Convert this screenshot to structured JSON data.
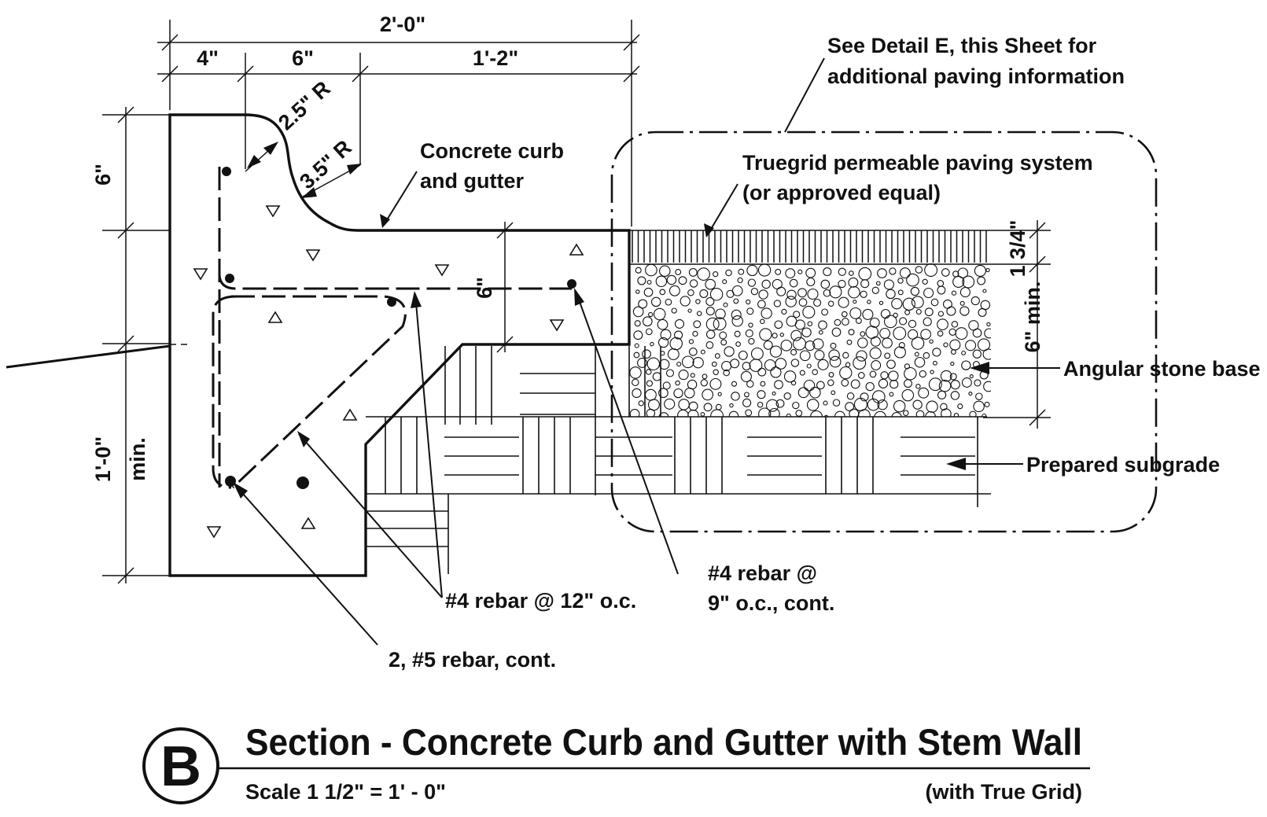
{
  "dimensions": {
    "overall_width": "2'-0\"",
    "seg_1": "4\"",
    "seg_2": "6\"",
    "seg_3": "1'-2\"",
    "curb_height": "6\"",
    "gutter_depth": "6\"",
    "stem_depth": "1'-0\"",
    "stem_min": "min.",
    "radius_outer": "2.5\" R",
    "radius_inner": "3.5\" R",
    "paving_thickness": "1 3/4\"",
    "base_thickness": "6\" min."
  },
  "callouts": {
    "see_detail_line1": "See Detail E, this Sheet for",
    "see_detail_line2": "additional paving information",
    "curb_line1": "Concrete curb",
    "curb_line2": "and gutter",
    "truegrid_line1": "Truegrid permeable paving system",
    "truegrid_line2": "(or approved equal)",
    "angular_stone": "Angular stone base",
    "subgrade": "Prepared subgrade",
    "rebar_12": "#4 rebar @ 12\" o.c.",
    "rebar_9_line1": "#4 rebar @",
    "rebar_9_line2": "9\" o.c., cont.",
    "rebar_5": "2, #5 rebar, cont."
  },
  "title_block": {
    "marker": "B",
    "title": "Section - Concrete Curb and Gutter with Stem Wall",
    "scale": "Scale 1 1/2\" = 1' - 0\"",
    "note": "(with True Grid)"
  },
  "colors": {
    "ink": "#111111",
    "background": "#ffffff"
  }
}
